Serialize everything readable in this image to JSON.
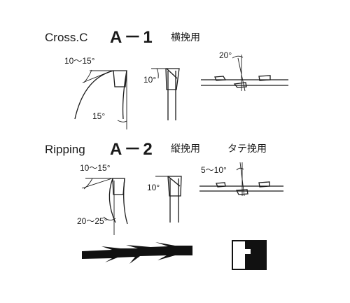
{
  "a1": {
    "label": "Cross.C",
    "code": "A－1",
    "usage": "横挽用",
    "angle_top": "10～15°",
    "angle_bottom": "15°",
    "angle_side": "10°",
    "angle_tilt": "20°"
  },
  "a2": {
    "label": "Ripping",
    "code": "A－2",
    "usage1": "縦挽用",
    "usage2": "タテ挽用",
    "angle_top": "10～15°",
    "angle_bottom": "20～25°",
    "angle_side": "10°",
    "angle_tilt": "5～10°"
  }
}
